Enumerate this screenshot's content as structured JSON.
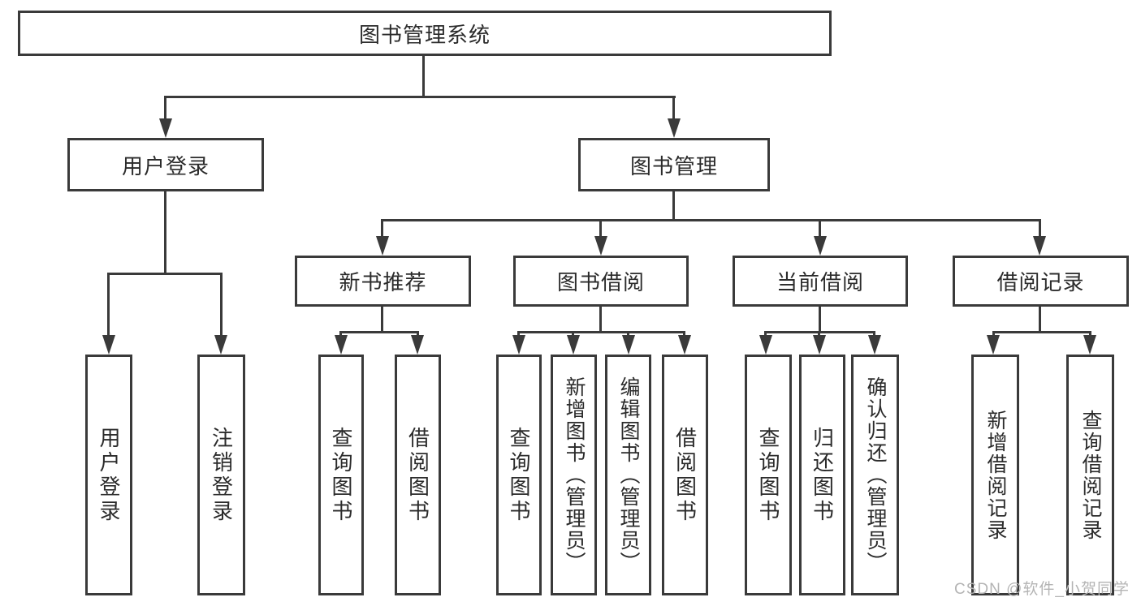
{
  "tree": {
    "root": {
      "label": "图书管理系统",
      "children": [
        {
          "label": "用户登录",
          "children": [
            {
              "label": "用户登录"
            },
            {
              "label": "注销登录"
            }
          ]
        },
        {
          "label": "图书管理",
          "children": [
            {
              "label": "新书推荐",
              "children": [
                {
                  "label": "查询图书"
                },
                {
                  "label": "借阅图书"
                }
              ]
            },
            {
              "label": "图书借阅",
              "children": [
                {
                  "label": "查询图书"
                },
                {
                  "label": "新增图书（管理员）"
                },
                {
                  "label": "编辑图书（管理员）"
                },
                {
                  "label": "借阅图书"
                }
              ]
            },
            {
              "label": "当前借阅",
              "children": [
                {
                  "label": "查询图书"
                },
                {
                  "label": "归还图书"
                },
                {
                  "label": "确认归还（管理员）"
                }
              ]
            },
            {
              "label": "借阅记录",
              "children": [
                {
                  "label": "新增借阅记录"
                },
                {
                  "label": "查询借阅记录"
                }
              ]
            }
          ]
        }
      ]
    }
  },
  "watermark": {
    "text": "CSDN @软件_小贺同学"
  },
  "colors": {
    "line": "#3a3a3a",
    "text": "#2b2b2b",
    "watermark": "#b4b4b4",
    "background": "#ffffff"
  }
}
